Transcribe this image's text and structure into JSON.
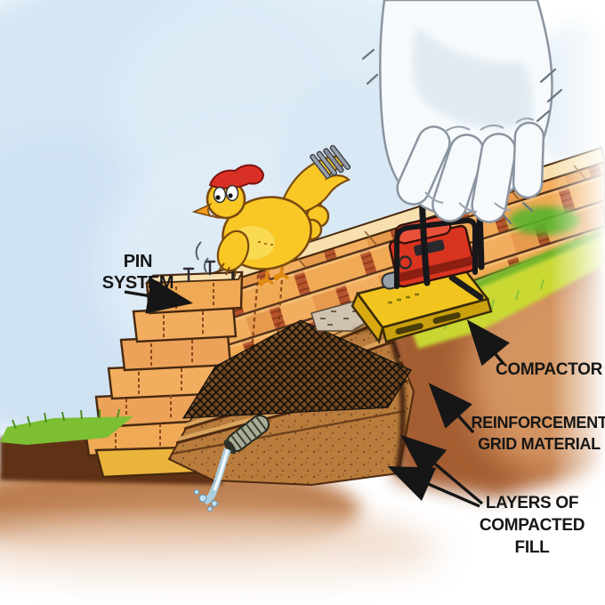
{
  "figure": {
    "alt": "Cartoon cross-section of a segmental brick retaining wall on a slope: a chicken places pins on the wall cap while a giant gloved hand runs a plate compactor over layers of compacted fill with reinforcement grid material and a drain pipe at the base",
    "labels": {
      "pin_system": {
        "lines": [
          "PIN",
          "SYSTEM"
        ]
      },
      "compactor": {
        "lines": [
          "COMPACTOR"
        ]
      },
      "reinforcement_grid": {
        "lines": [
          "REINFORCEMENT",
          "GRID MATERIAL"
        ]
      },
      "layers_of_compacted_fill": {
        "lines": [
          "LAYERS OF",
          "COMPACTED",
          "FILL"
        ]
      }
    },
    "colors": {
      "sky": "#d5e6f3",
      "brick_face": "#eda25a",
      "brick_top": "#f7dfae",
      "brick_joint": "#b5542c",
      "outline": "#46290f",
      "soil_dark": "#5e3014",
      "soil_mid": "#a05528",
      "soil_light": "#d99a66",
      "fill_tan": "#b97c3d",
      "mesh_black": "#15120c",
      "compactor_yellow": "#f2c51e",
      "compactor_red": "#d93420",
      "glove_white": "#f7fafc",
      "chicken_yellow": "#f9c826",
      "chicken_comb": "#d93025",
      "grass_green": "#7cbf33",
      "grass_yellow_green": "#cbdd33",
      "water_blue": "#a9d7ef",
      "label_text": "#161616"
    }
  }
}
